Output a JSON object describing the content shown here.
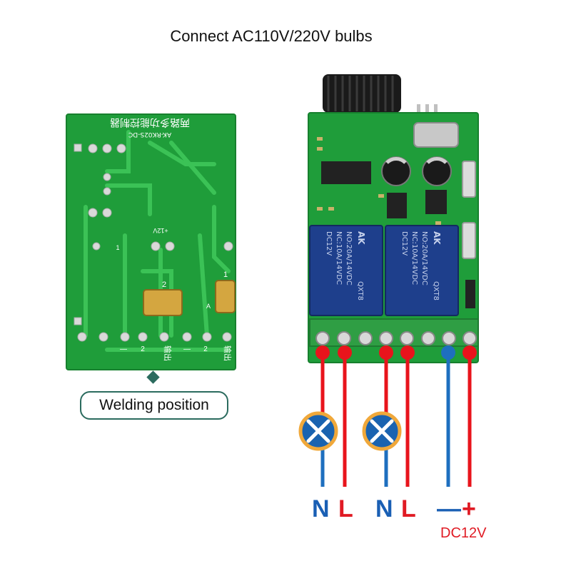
{
  "title": "Connect AC110V/220V bulbs",
  "badge_label": "Welding position",
  "left_board": {
    "header_text": "两路多功能控制器",
    "model_text": "AK-RK02S-DC",
    "pad_labels": [
      "1",
      "2",
      "A",
      "1"
    ],
    "bottom_labels": [
      "—",
      "2",
      "—",
      "2"
    ],
    "output_labels": [
      "输出",
      "输出"
    ],
    "power_label": "+12V"
  },
  "right_board": {
    "relay_brand": "AK",
    "relay_text": [
      "DC12V",
      "NO:20A/14VDC",
      "NC:10A/14VDC",
      "QXT8"
    ]
  },
  "terminals": [
    {
      "label": "N",
      "color": "#1a5fb4"
    },
    {
      "label": "L",
      "color": "#e01b24"
    },
    {
      "label": "N",
      "color": "#1a5fb4"
    },
    {
      "label": "L",
      "color": "#e01b24"
    },
    {
      "label": "—",
      "color": "#1a5fb4"
    },
    {
      "label": "+",
      "color": "#e01b24"
    }
  ],
  "dc_label": "DC12V",
  "colors": {
    "pcb_green": "#1f9d3a",
    "wire_red": "#e8141c",
    "wire_blue": "#1e6fbf",
    "bulb_fill": "#1a63b0",
    "bulb_ring": "#f0a83a",
    "accent": "#2b6b5e"
  }
}
